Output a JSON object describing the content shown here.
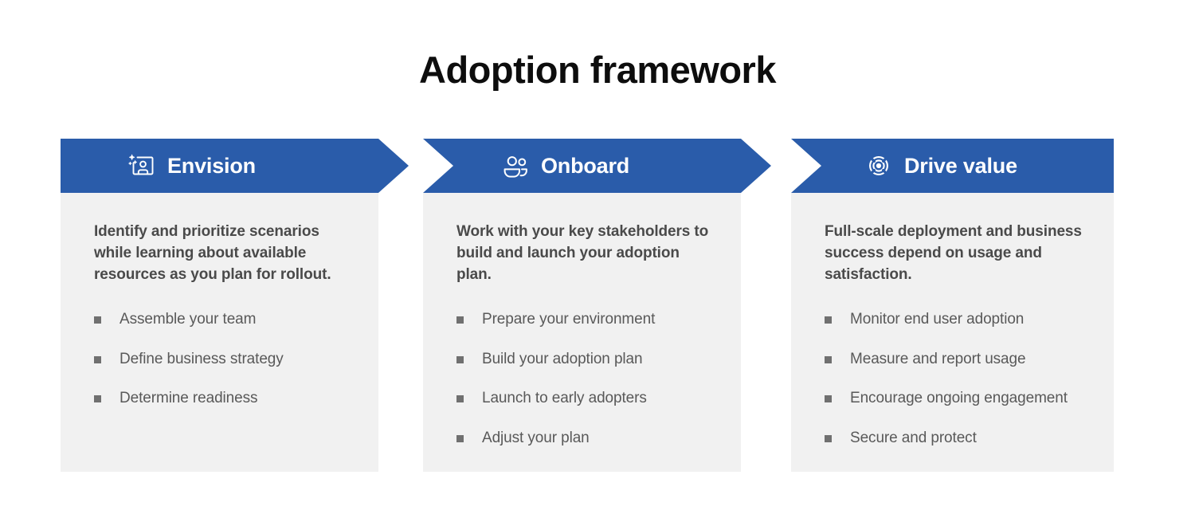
{
  "page": {
    "title": "Adoption framework",
    "accent_color": "#2a5caa",
    "card_background": "#f1f1f1",
    "bullet_color": "#707070",
    "title_color": "#0d0d0d",
    "body_text_color": "#595959"
  },
  "stages": [
    {
      "icon": "envision-person-frame-icon",
      "label": "Envision",
      "intro": "Identify and prioritize scenarios while learning about available resources as you plan for rollout.",
      "items": [
        "Assemble your team",
        "Define business strategy",
        "Determine readiness"
      ]
    },
    {
      "icon": "onboard-people-icon",
      "label": "Onboard",
      "intro": "Work with your key stakeholders to build and launch your adoption plan.",
      "items": [
        "Prepare your environment",
        "Build your adoption plan",
        "Launch to early adopters",
        "Adjust your plan"
      ]
    },
    {
      "icon": "drive-value-target-icon",
      "label": "Drive value",
      "intro": "Full-scale deployment and business success depend on usage and satisfaction.",
      "items": [
        "Monitor end user adoption",
        "Measure and report usage",
        "Encourage ongoing engagement",
        "Secure and protect"
      ]
    }
  ]
}
